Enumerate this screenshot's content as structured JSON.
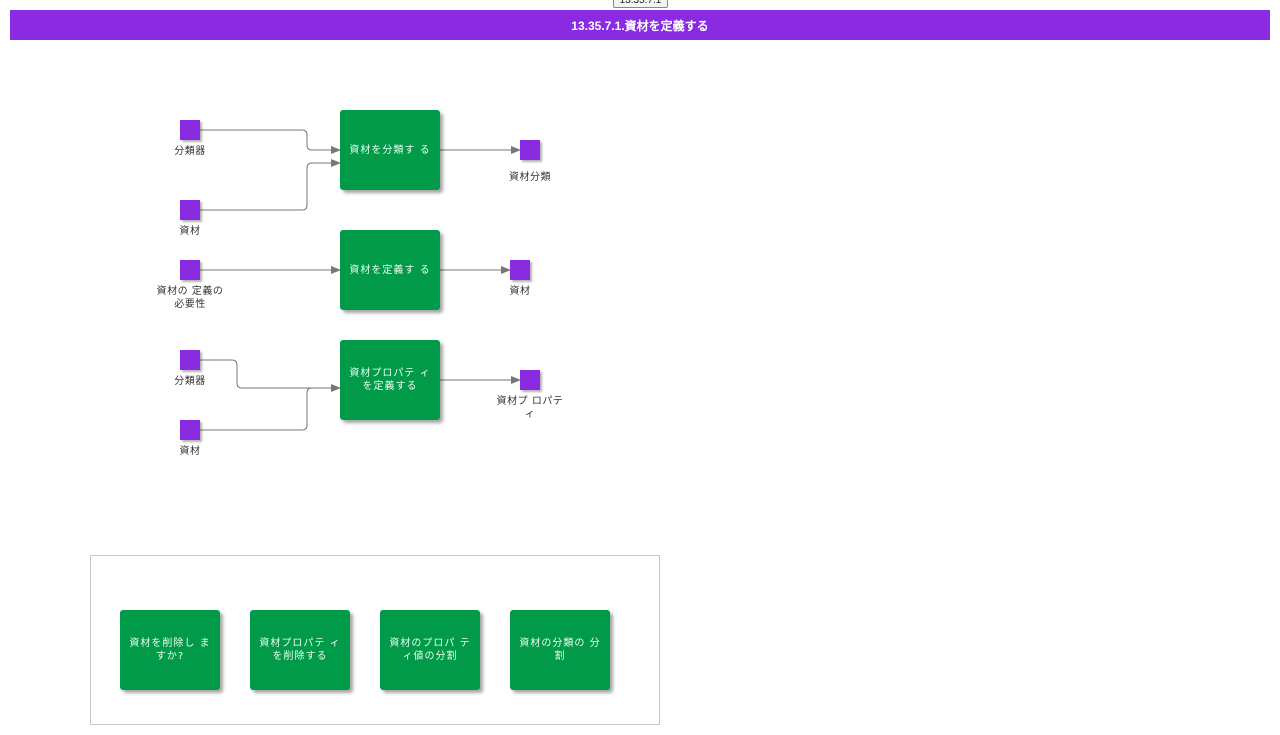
{
  "tab": {
    "label": "13.35.7.1"
  },
  "header": {
    "title": "13.35.7.1.資材を定義する"
  },
  "colors": {
    "header": "#8a2be2",
    "process": "#009a49",
    "artifact": "#8a2be2",
    "connector": "#777777"
  },
  "processes": [
    {
      "label": "資材を分類す る"
    },
    {
      "label": "資材を定義す る"
    },
    {
      "label": "資材プロパテ ィを定義する"
    }
  ],
  "inputs": [
    {
      "label": "分類器"
    },
    {
      "label": "資材"
    },
    {
      "label": "資材の 定義の\n必要性"
    },
    {
      "label": "分類器"
    },
    {
      "label": "資材"
    }
  ],
  "outputs": [
    {
      "label": "資材分類"
    },
    {
      "label": "資材"
    },
    {
      "label": "資材プ ロパテ\nィ"
    }
  ],
  "related": [
    {
      "label": "資材を削除し ますか?"
    },
    {
      "label": "資材プロパテ ィを削除する"
    },
    {
      "label": "資材のプロパ ティ値の分割"
    },
    {
      "label": "資材の分類の 分割"
    }
  ]
}
